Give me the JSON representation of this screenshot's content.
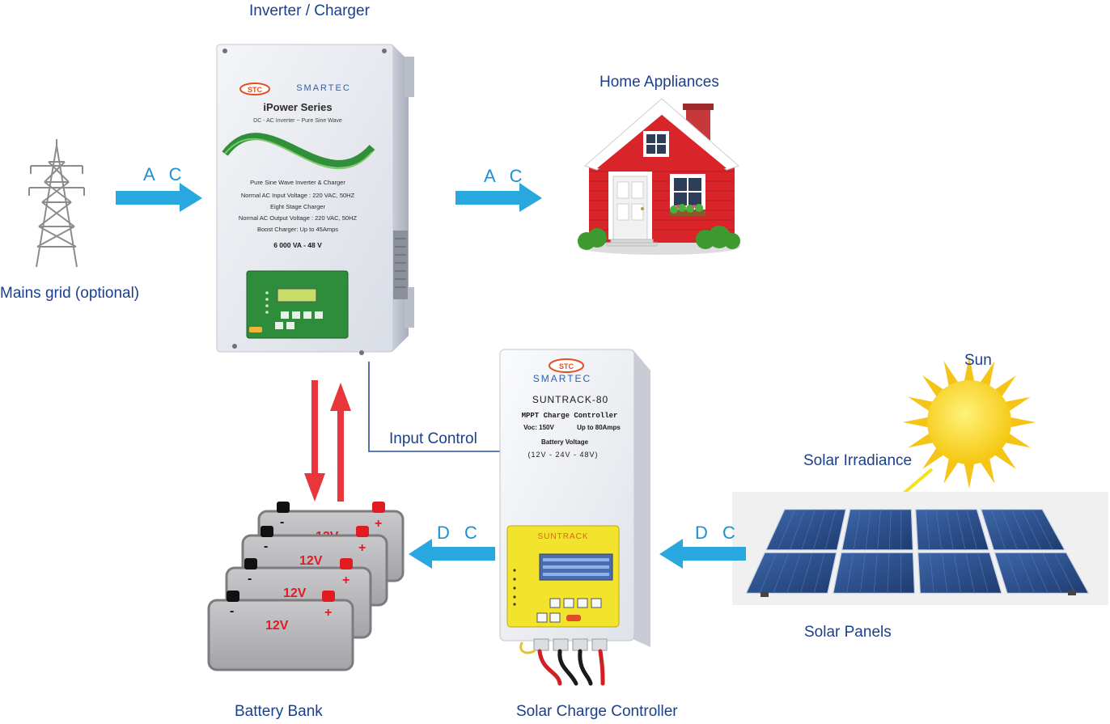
{
  "labels": {
    "inverter_title": "Inverter / Charger",
    "home_appliances": "Home Appliances",
    "mains_grid": "Mains grid (optional)",
    "input_control": "Input Control",
    "sun": "Sun",
    "solar_irradiance": "Solar Irradiance",
    "solar_panels": "Solar Panels",
    "battery_bank": "Battery Bank",
    "solar_charge_controller": "Solar Charge Controller"
  },
  "flows": {
    "grid_to_inverter": "A C",
    "inverter_to_home": "A C",
    "panels_to_controller": "D C",
    "controller_to_battery": "D C"
  },
  "inverter": {
    "brand": "SMARTEC",
    "logo": "STC",
    "series": "iPower Series",
    "tagline": "DC - AC Inverter  ~  Pure Sine Wave",
    "specs": [
      "Pure Sine Wave Inverter & Charger",
      "Normal AC Input Voltage : 220 VAC, 50HZ",
      "Eight Stage Charger",
      "Normal AC Output Voltage : 220 VAC, 50HZ",
      "Boost Charger: Up to 45Amps"
    ],
    "rating": "6 000 VA - 48 V"
  },
  "controller": {
    "logo": "STC",
    "brand": "SMARTEC",
    "model": "SUNTRACK-80",
    "type": "MPPT  Charge Controller",
    "voc": "Voc: 150V",
    "amps": "Up to 80Amps",
    "battery_voltage_title": "Battery Voltage",
    "battery_voltage_options": "(12V - 24V - 48V)",
    "panel_brand": "SUNTRACK"
  },
  "batteries": [
    {
      "voltage": "12V",
      "minus": "-",
      "plus": "+"
    },
    {
      "voltage": "12V",
      "minus": "-",
      "plus": "+"
    },
    {
      "voltage": "12V",
      "minus": "-",
      "plus": "+"
    },
    {
      "voltage": "12V",
      "minus": "-",
      "plus": "+"
    }
  ],
  "colors": {
    "label_text": "#1b3f8f",
    "flow_arrow": "#29a8e0",
    "flow_text": "#1d8fd6",
    "battery_arrow": "#e8363a",
    "control_line": "#2b4da0",
    "sun": "#f7d416",
    "irradiance_ray": "#f2e21c",
    "panel_cell": "#2c4f8c",
    "house": "#d9252a"
  }
}
